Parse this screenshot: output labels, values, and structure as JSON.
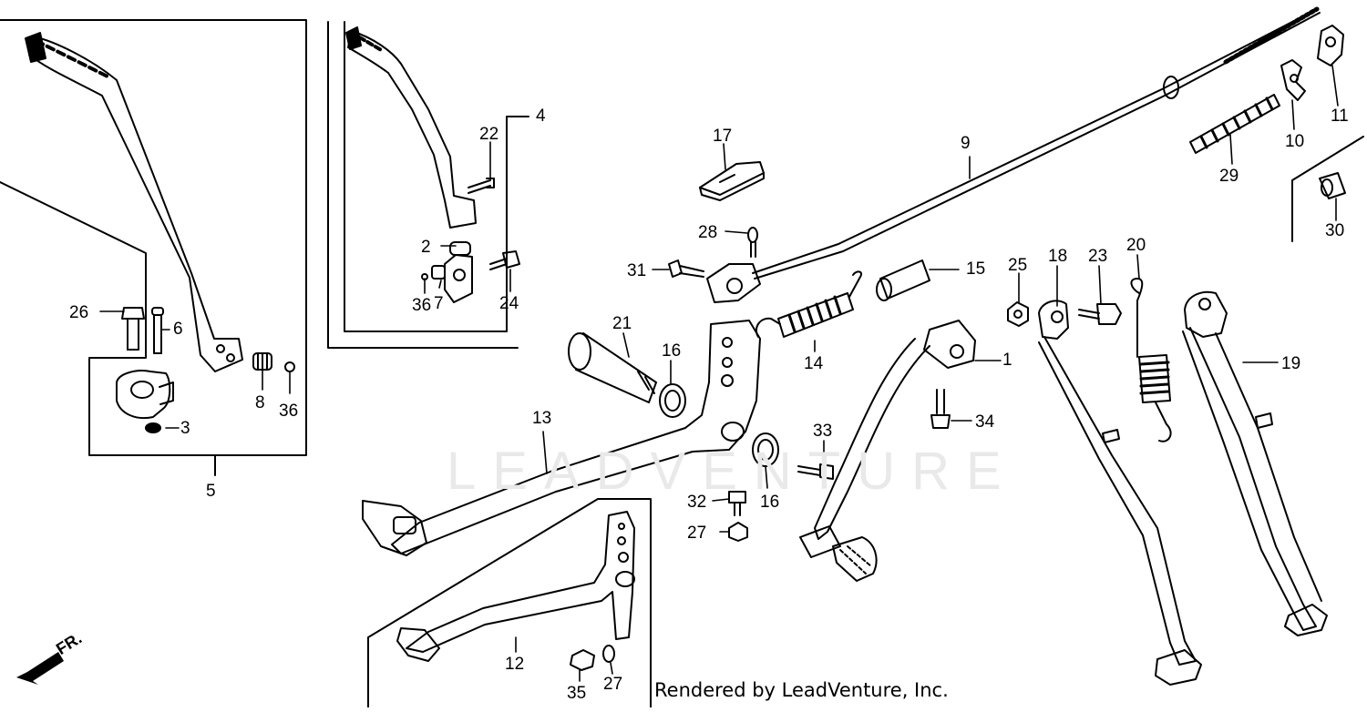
{
  "diagram": {
    "callouts": [
      {
        "key": "c1",
        "text": "1"
      },
      {
        "key": "c2",
        "text": "2"
      },
      {
        "key": "c3",
        "text": "3"
      },
      {
        "key": "c4",
        "text": "4"
      },
      {
        "key": "c5",
        "text": "5"
      },
      {
        "key": "c6",
        "text": "6"
      },
      {
        "key": "c7",
        "text": "7"
      },
      {
        "key": "c8",
        "text": "8"
      },
      {
        "key": "c9",
        "text": "9"
      },
      {
        "key": "c10",
        "text": "10"
      },
      {
        "key": "c11",
        "text": "11"
      },
      {
        "key": "c12",
        "text": "12"
      },
      {
        "key": "c13",
        "text": "13"
      },
      {
        "key": "c14",
        "text": "14"
      },
      {
        "key": "c15",
        "text": "15"
      },
      {
        "key": "c16a",
        "text": "16"
      },
      {
        "key": "c16b",
        "text": "16"
      },
      {
        "key": "c17",
        "text": "17"
      },
      {
        "key": "c18",
        "text": "18"
      },
      {
        "key": "c19",
        "text": "19"
      },
      {
        "key": "c20",
        "text": "20"
      },
      {
        "key": "c21",
        "text": "21"
      },
      {
        "key": "c22",
        "text": "22"
      },
      {
        "key": "c23",
        "text": "23"
      },
      {
        "key": "c24",
        "text": "24"
      },
      {
        "key": "c25",
        "text": "25"
      },
      {
        "key": "c26",
        "text": "26"
      },
      {
        "key": "c27a",
        "text": "27"
      },
      {
        "key": "c27b",
        "text": "27"
      },
      {
        "key": "c28",
        "text": "28"
      },
      {
        "key": "c29",
        "text": "29"
      },
      {
        "key": "c30",
        "text": "30"
      },
      {
        "key": "c31",
        "text": "31"
      },
      {
        "key": "c32",
        "text": "32"
      },
      {
        "key": "c33",
        "text": "33"
      },
      {
        "key": "c34",
        "text": "34"
      },
      {
        "key": "c35",
        "text": "35"
      },
      {
        "key": "c36a",
        "text": "36"
      },
      {
        "key": "c36b",
        "text": "36"
      }
    ],
    "direction_label": "FR.",
    "credit": "Rendered by LeadVenture, Inc.",
    "watermark": "LEADVENTURE"
  },
  "colors": {
    "line": "#000000",
    "background": "#ffffff",
    "watermark": "#e9e9e9"
  }
}
